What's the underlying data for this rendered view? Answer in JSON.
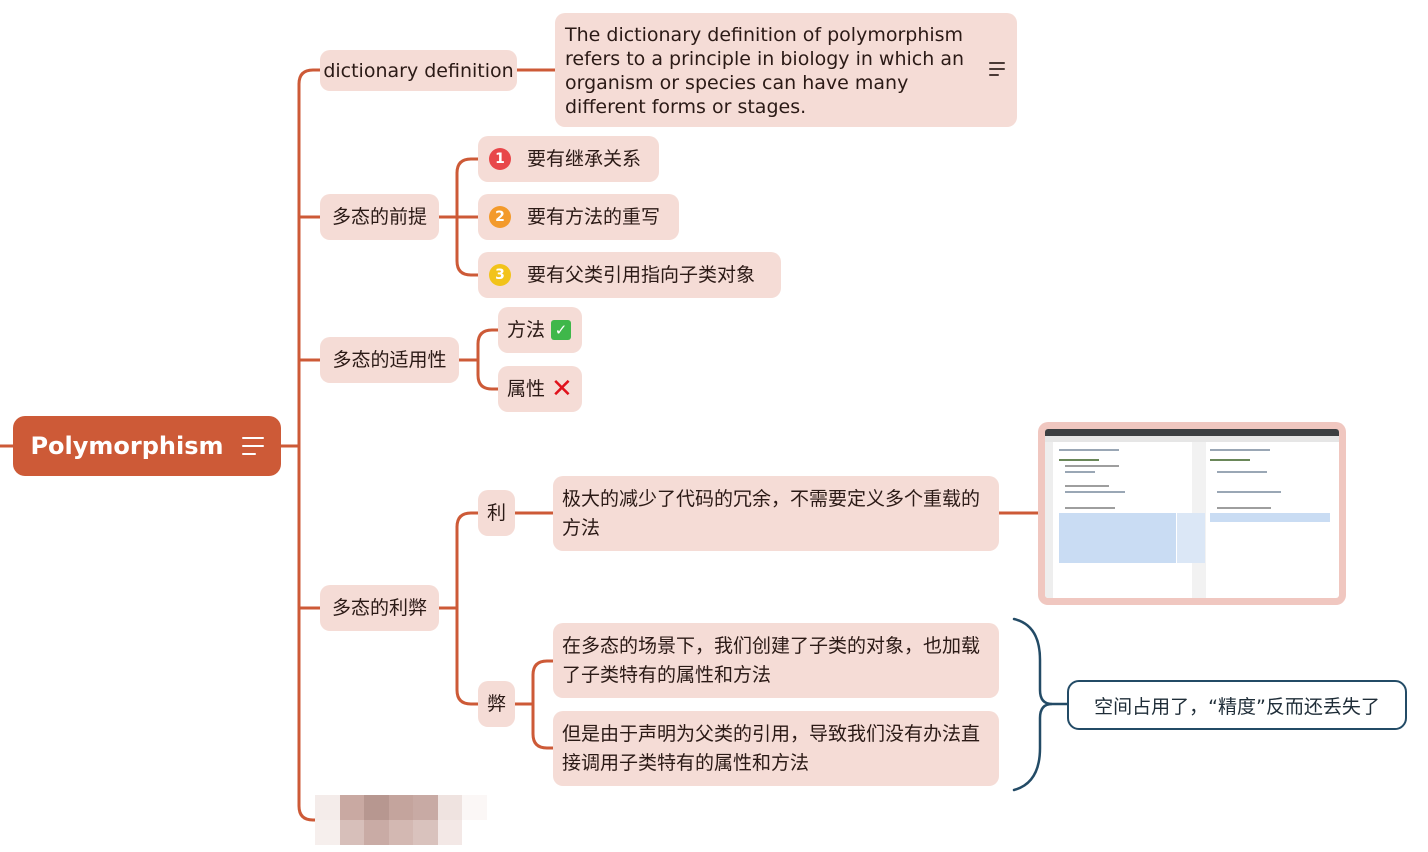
{
  "root": {
    "label": "Polymorphism"
  },
  "definition": {
    "label": "dictionary definition",
    "text": "The dictionary definition of polymorphism refers to a principle in biology in which an organism or species can have many different forms or stages."
  },
  "prerequisite": {
    "label": "多态的前提",
    "items": [
      {
        "marker": "1",
        "text": "要有继承关系",
        "color": "#e8474a"
      },
      {
        "marker": "2",
        "text": "要有方法的重写",
        "color": "#f39a2b"
      },
      {
        "marker": "3",
        "text": "要有父类引用指向子类对象",
        "color": "#f2c31a"
      }
    ]
  },
  "applicability": {
    "label": "多态的适用性",
    "items": [
      {
        "text": "方法",
        "icon": "check-mark-icon"
      },
      {
        "text": "属性",
        "icon": "cross-mark-icon"
      }
    ]
  },
  "pros_cons": {
    "label": "多态的利弊",
    "pro": {
      "label": "利",
      "text": "极大的减少了代码的冗余，不需要定义多个重载的方法"
    },
    "con": {
      "label": "弊",
      "items": [
        "在多态的场景下，我们创建了子类的对象，也加载了子类特有的属性和方法",
        "但是由于声明为父类的引用，导致我们没有办法直接调用子类特有的属性和方法"
      ],
      "summary": "空间占用了，“精度”反而还丢失了"
    }
  },
  "colors": {
    "accent": "#cd5a37",
    "node": "#f5dcd6",
    "summary_border": "#234b66"
  }
}
